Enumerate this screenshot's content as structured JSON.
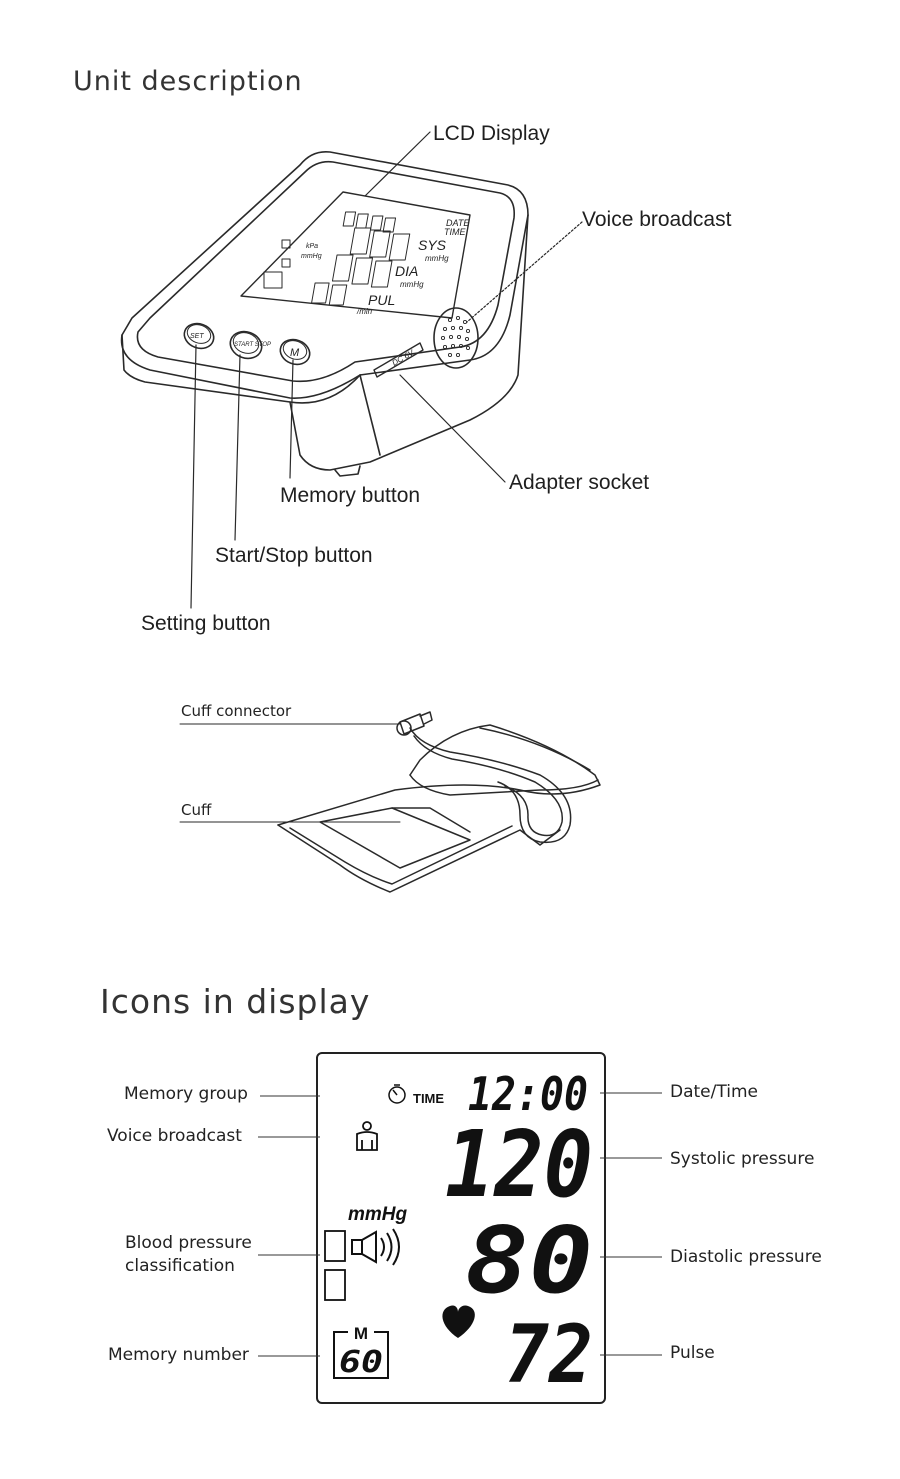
{
  "sections": {
    "unit_title": "Unit description",
    "icons_title": "Icons in display"
  },
  "unit": {
    "callouts": {
      "lcd_display": "LCD Display",
      "voice_broadcast": "Voice broadcast",
      "adapter_socket": "Adapter socket",
      "memory_button": "Memory button",
      "start_stop_button": "Start/Stop button",
      "setting_button": "Setting button"
    },
    "device_lcd": {
      "date": "DATE",
      "time": "TIME",
      "sys": "SYS",
      "dia": "DIA",
      "pul": "PUL",
      "mmhg": "mmHg",
      "min": "/min",
      "kpa": "kPa"
    },
    "buttons": {
      "set": "SET",
      "start_stop": "START STOP",
      "memory": "M"
    },
    "socket_label": "DC 6V"
  },
  "cuff": {
    "connector": "Cuff connector",
    "cuff": "Cuff"
  },
  "icons": {
    "left_labels": {
      "memory_group": "Memory group",
      "voice_broadcast": "Voice broadcast",
      "bp_class_line1": "Blood pressure",
      "bp_class_line2": "classification",
      "memory_number": "Memory number"
    },
    "right_labels": {
      "date_time": "Date/Time",
      "systolic": "Systolic pressure",
      "diastolic": "Diastolic pressure",
      "pulse": "Pulse"
    },
    "display": {
      "time_label": "TIME",
      "clock": "12:00",
      "systolic": "120",
      "diastolic": "80",
      "pulse": "72",
      "unit": "mmHg",
      "memory_letter": "M",
      "memory_count": "60"
    }
  }
}
